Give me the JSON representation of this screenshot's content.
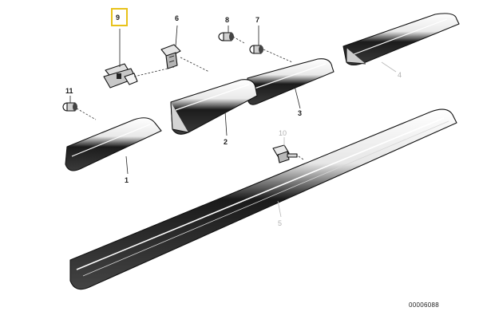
{
  "callouts": {
    "c1": "1",
    "c2": "2",
    "c3": "3",
    "c4": "4",
    "c5": "5",
    "c6": "6",
    "c7": "7",
    "c8": "8",
    "c9": "9",
    "c10": "10",
    "c11": "11"
  },
  "highlighted_callout": "9",
  "highlight_color": "#e8c21a",
  "document_code": "00006088"
}
